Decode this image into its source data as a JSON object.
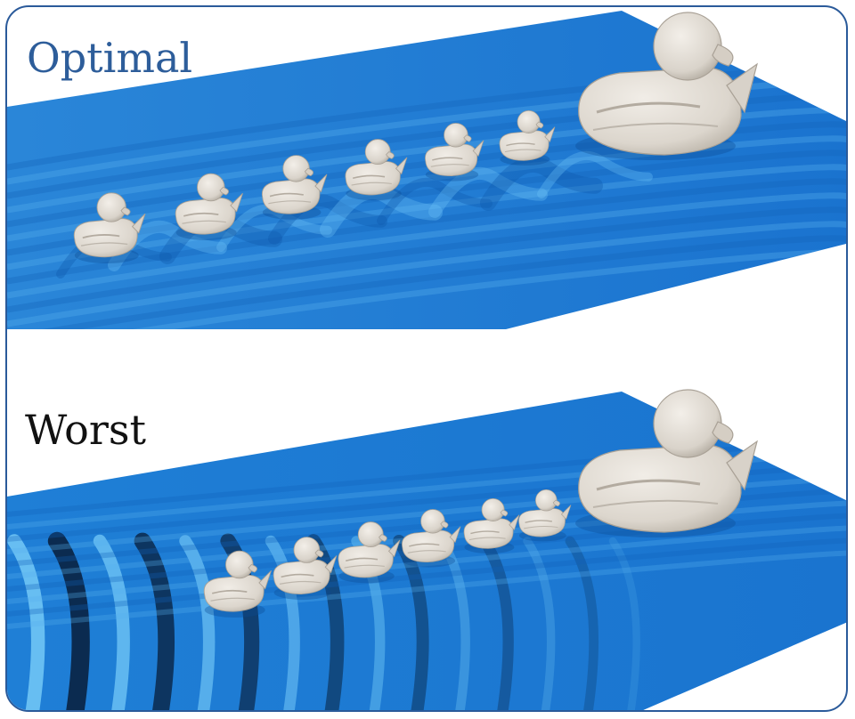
{
  "panels": [
    {
      "label": "Optimal",
      "label_color": "#2d5d9a"
    },
    {
      "label": "Worst",
      "label_color": "#111111"
    }
  ],
  "colors": {
    "water": "#1f7fd6",
    "water_light": "#5fb6f2",
    "wave_dark": "#0a1f3a",
    "duck": "#e2ddd5",
    "duck_shadow": "#b9b2a8",
    "border": "#2a5a9a"
  },
  "ducklings_per_panel": 6
}
